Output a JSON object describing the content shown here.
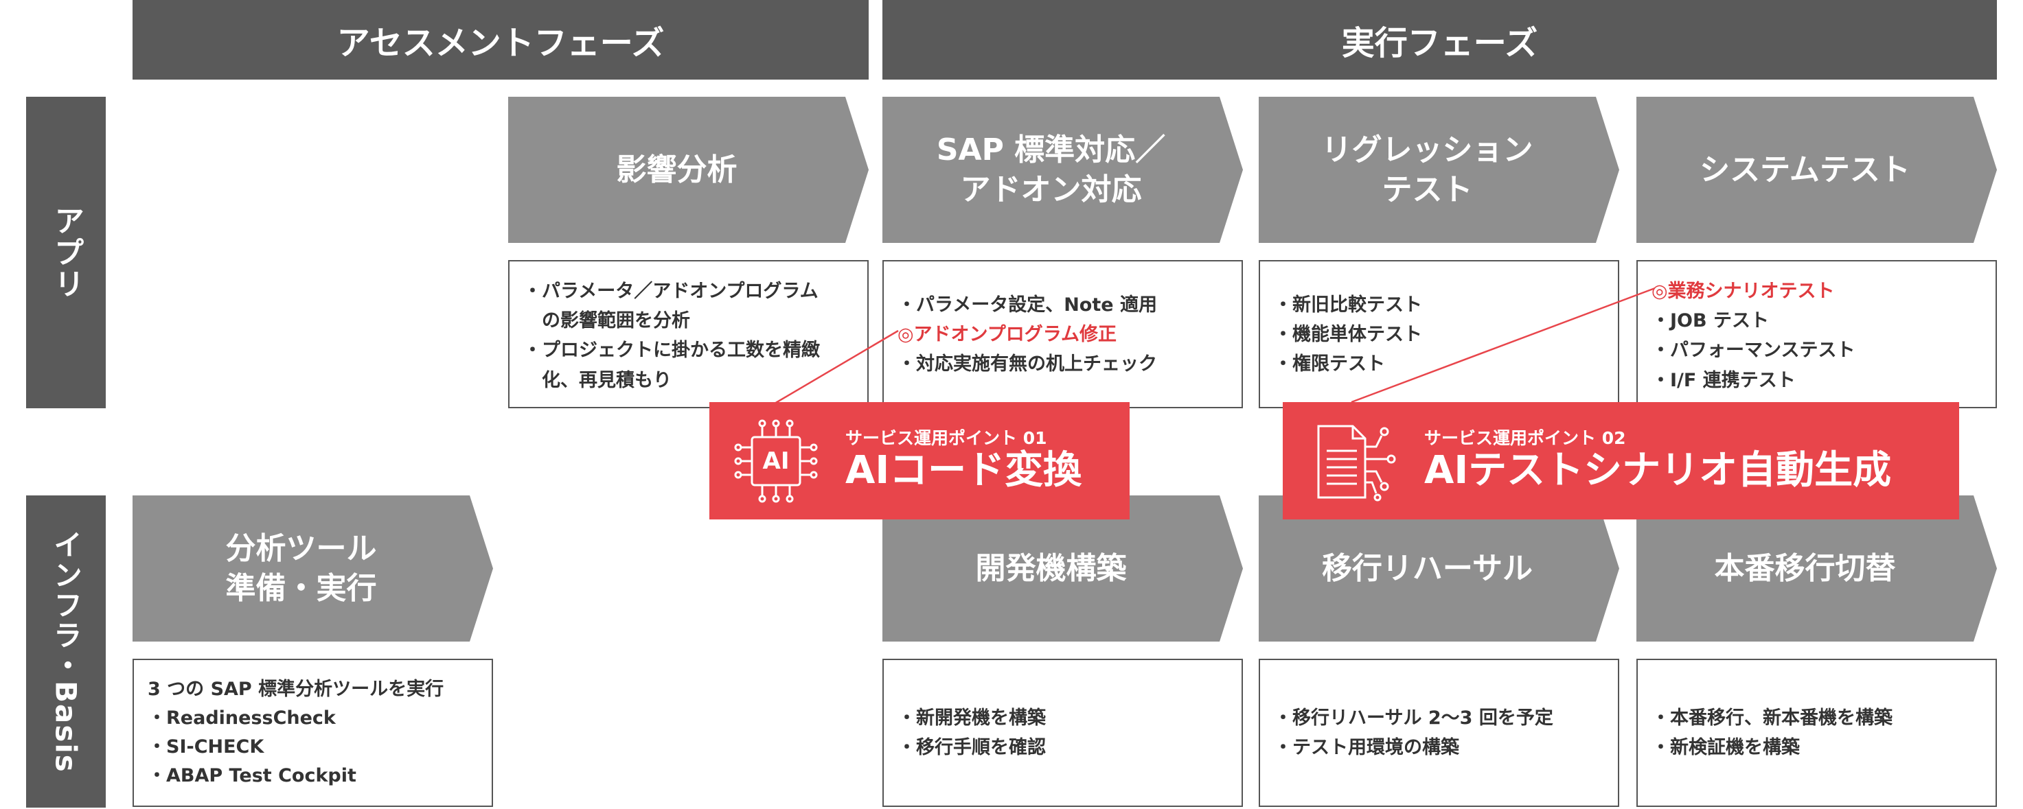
{
  "phases": {
    "assessment": "アセスメントフェーズ",
    "execution": "実行フェーズ"
  },
  "rows": {
    "app": "アプリ",
    "infra": "インフラ・Basis"
  },
  "app_row": {
    "impact": {
      "title": "影響分析",
      "items": [
        "・パラメータ／アドオンプログラム\n　の影響範囲を分析",
        "・プロジェクトに掛かる工数を精緻\n　化、再見積もり"
      ]
    },
    "sap": {
      "title": "SAP 標準対応／\nアドオン対応",
      "items": [
        "・パラメータ設定、Note 適用",
        "◎アドオンプログラム修正",
        "・対応実施有無の机上チェック"
      ]
    },
    "regression": {
      "title": "リグレッション\nテスト",
      "items": [
        "・新旧比較テスト",
        "・機能単体テスト",
        "・権限テスト"
      ]
    },
    "system": {
      "title": "システムテスト",
      "items": [
        "◎業務シナリオテスト",
        "・JOB テスト",
        "・パフォーマンステスト",
        "・I/F 連携テスト"
      ]
    }
  },
  "infra_row": {
    "tools": {
      "title": "分析ツール\n準備・実行",
      "items": [
        "3 つの SAP 標準分析ツールを実行",
        "・ReadinessCheck",
        "・SI-CHECK",
        "・ABAP Test Cockpit"
      ]
    },
    "dev": {
      "title": "開発機構築",
      "items": [
        "・新開発機を構築",
        "・移行手順を確認"
      ]
    },
    "rehearsal": {
      "title": "移行リハーサル",
      "items": [
        "・移行リハーサル 2〜3 回を予定",
        "・テスト用環境の構築"
      ]
    },
    "cutover": {
      "title": "本番移行切替",
      "items": [
        "・本番移行、新本番機を構築",
        "・新検証機を構築"
      ]
    }
  },
  "callouts": {
    "ai_code": {
      "kicker": "サービス運用ポイント 01",
      "title": "AIコード変換",
      "icon_label": "AI",
      "icon": "ai-chip-icon"
    },
    "ai_test": {
      "kicker": "サービス運用ポイント 02",
      "title": "AIテストシナリオ自動生成",
      "icon": "document-circuit-icon"
    }
  },
  "colors": {
    "phase_bg": "#5a5a5a",
    "arrow_bg": "#8f8f8f",
    "accent": "#e8454b",
    "highlight_text": "#e03a3e"
  }
}
